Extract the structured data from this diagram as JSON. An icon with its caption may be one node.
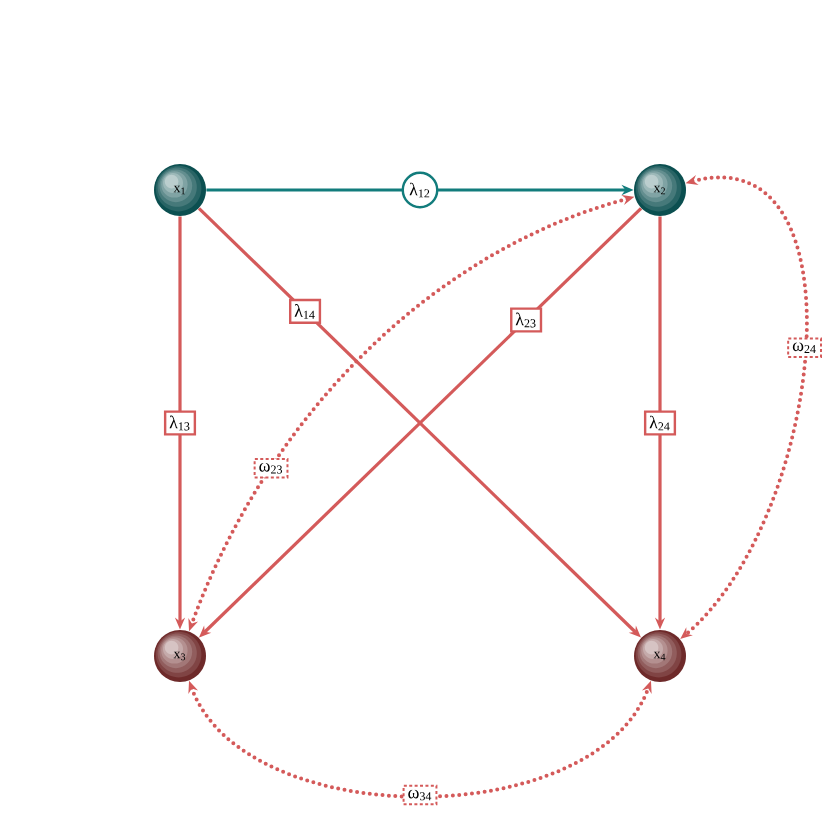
{
  "diagram": {
    "nodes": [
      {
        "text": [
          "x$_{1}$"
        ]
      },
      {
        "text": [
          "x$_{2}$"
        ]
      },
      {
        "text": [
          "x$_{3}$"
        ]
      },
      {
        "text": [
          "x$_{4}$"
        ]
      }
    ],
    "edges": [
      {
        "from": 0,
        "to": 1,
        "arrow": "to",
        "label": "λ$_{12}$",
        "color": "#127c7c"
      },
      {
        "from": 0,
        "to": 2,
        "arrow": "to",
        "label": "λ$_{13}$"
      },
      {
        "from": 0,
        "to": 3,
        "arrow": "to",
        "label": "λ$_{14}$"
      },
      {
        "from": 1,
        "to": 2,
        "arrow": "to",
        "label": "λ$_{23}$"
      },
      {
        "from": 1,
        "to": 3,
        "arrow": "to",
        "label": "λ$_{24}$"
      },
      {
        "from": 1,
        "to": 2,
        "arrow": "both",
        "label": "ω$_{23}$",
        "style": "dashed"
      },
      {
        "from": 1,
        "to": 3,
        "arrow": "both",
        "label": "ω$_{24}$",
        "style": "dashed"
      },
      {
        "from": 2,
        "to": 3,
        "arrow": "both",
        "label": "ω$_{34}$",
        "style": "dashed"
      }
    ]
  }
}
